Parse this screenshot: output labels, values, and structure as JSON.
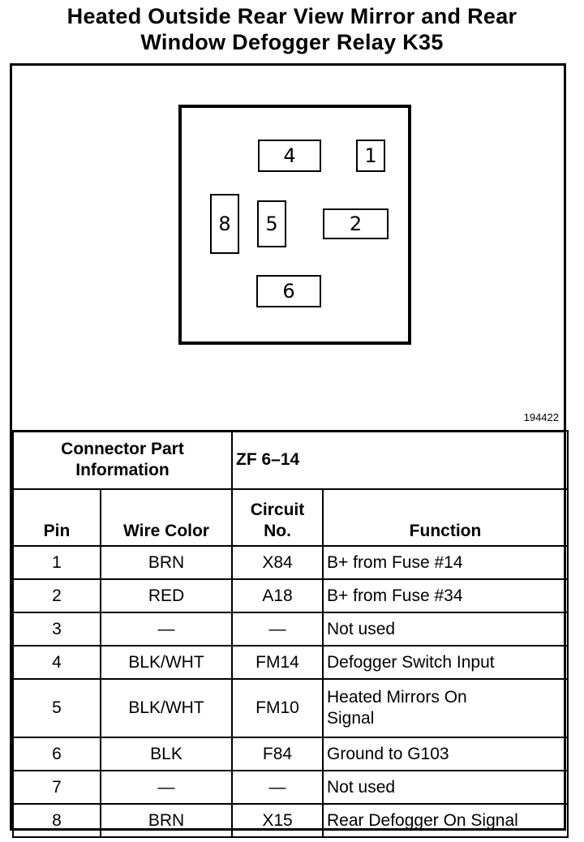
{
  "title": {
    "line1": "Heated Outside Rear View Mirror and Rear",
    "line2": "Window Defogger Relay K35"
  },
  "diagram": {
    "pins": [
      "1",
      "2",
      "4",
      "5",
      "6",
      "8"
    ],
    "figure_number": "194422"
  },
  "connector": {
    "label_line1": "Connector Part",
    "label_line2": "Information",
    "part_number": "ZF 6–14"
  },
  "table": {
    "headers": {
      "pin": "Pin",
      "wire_color": "Wire Color",
      "circuit_line1": "Circuit",
      "circuit_line2": "No.",
      "function": "Function"
    },
    "rows": [
      {
        "pin": "1",
        "wire": "BRN",
        "circuit": "X84",
        "function": "B+ from Fuse #14"
      },
      {
        "pin": "2",
        "wire": "RED",
        "circuit": "A18",
        "function": "B+ from Fuse #34"
      },
      {
        "pin": "3",
        "wire": "—",
        "circuit": "—",
        "function": "Not used"
      },
      {
        "pin": "4",
        "wire": "BLK/WHT",
        "circuit": "FM14",
        "function": "Defogger Switch Input"
      },
      {
        "pin": "5",
        "wire": "BLK/WHT",
        "circuit": "FM10",
        "function": "Heated Mirrors On Signal"
      },
      {
        "pin": "6",
        "wire": "BLK",
        "circuit": "F84",
        "function": "Ground to G103"
      },
      {
        "pin": "7",
        "wire": "—",
        "circuit": "—",
        "function": "Not used"
      },
      {
        "pin": "8",
        "wire": "BRN",
        "circuit": "X15",
        "function": "Rear Defogger On Signal"
      }
    ]
  }
}
